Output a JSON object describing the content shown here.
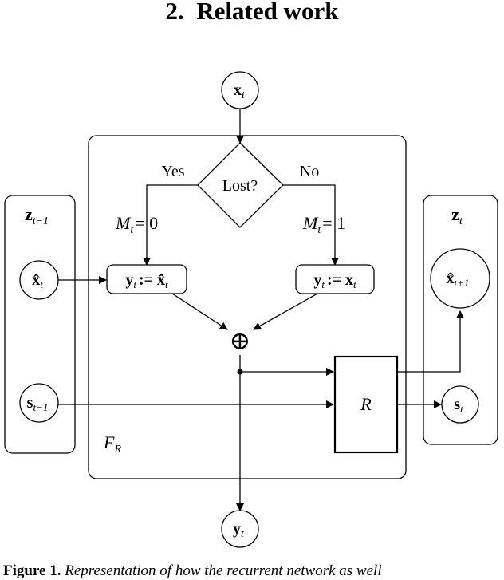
{
  "section": {
    "number": "2.",
    "title": "Related work"
  },
  "diagram": {
    "input_node": "x",
    "input_sub": "t",
    "decision": "Lost?",
    "branch_yes": "Yes",
    "branch_no": "No",
    "mask_left": "M",
    "mask_left_sub": "t",
    "mask_left_val": "= 0",
    "mask_right": "M",
    "mask_right_sub": "t",
    "mask_right_val": "= 1",
    "assign_left": "y",
    "assign_left_sub": "t",
    "assign_left_op": ":= x̂",
    "assign_left_rhs_sub": "t",
    "assign_right": "y",
    "assign_right_sub": "t",
    "assign_right_op": ":= x",
    "assign_right_rhs_sub": "t",
    "combine_symbol": "⊕",
    "rnn_block": "R",
    "function_label": "F",
    "function_sub": "R",
    "left_panel_title": "z",
    "left_panel_sub": "t−1",
    "left_node_a": "x̂",
    "left_node_a_sub": "t",
    "left_node_b": "s",
    "left_node_b_sub": "t−1",
    "right_panel_title": "z",
    "right_panel_sub": "t",
    "right_node_a": "x̂",
    "right_node_a_sub": "t+1",
    "right_node_b": "s",
    "right_node_b_sub": "t",
    "output_node": "y",
    "output_sub": "t"
  },
  "caption": {
    "label": "Figure 1.",
    "text": "Representation of how the recurrent network as well"
  }
}
